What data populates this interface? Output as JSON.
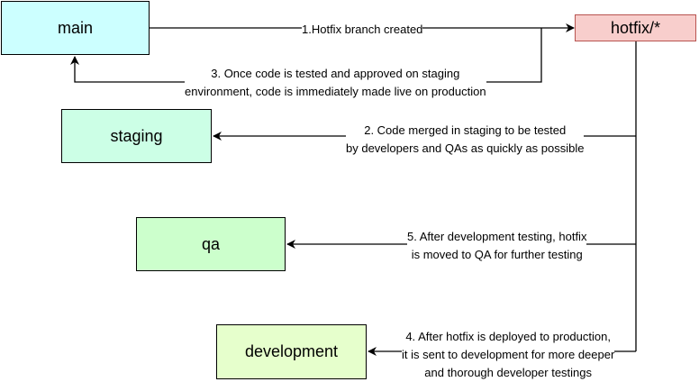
{
  "nodes": {
    "main": "main",
    "hotfix": "hotfix/*",
    "staging": "staging",
    "qa": "qa",
    "development": "development"
  },
  "edges": {
    "hotfix_created": "1.Hotfix branch created",
    "merged_staging": "2. Code merged in staging to be tested\nby developers and QAs as quickly as possible",
    "live_production": "3. Once code is tested and approved on staging\nenvironment, code is immediately made live on production",
    "sent_development": "4. After hotfix is deployed to production,\nit is sent to development for more deeper\nand thorough developer testings",
    "moved_qa": "5. After development testing, hotfix\nis moved to QA for further testing"
  },
  "colors": {
    "main_fill": "#ccffff",
    "hotfix_fill": "#f8cecc",
    "hotfix_stroke": "#b85450",
    "staging_fill": "#ccffe6",
    "qa_fill": "#ccffcc",
    "development_fill": "#e6ffcc"
  }
}
